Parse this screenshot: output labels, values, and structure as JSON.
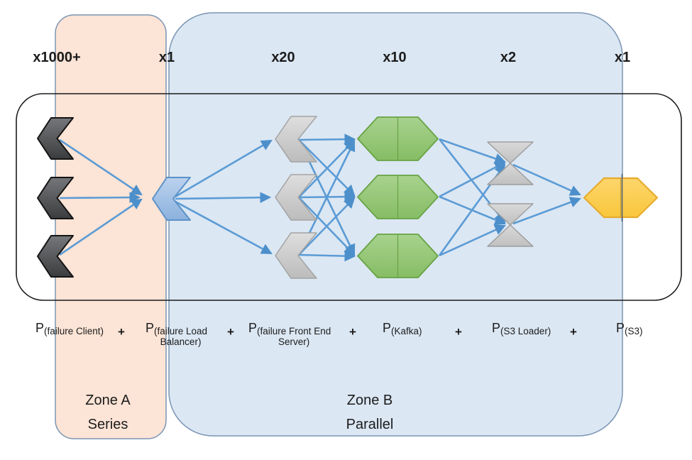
{
  "diagram": {
    "multiplicities": [
      "x1000+",
      "x1",
      "x20",
      "x10",
      "x2",
      "x1"
    ],
    "zone_a": {
      "name": "Zone A",
      "mode": "Series"
    },
    "zone_b": {
      "name": "Zone B",
      "mode": "Parallel"
    },
    "plus": "+",
    "terms": [
      {
        "p": "P",
        "sub1": "(failure Client)",
        "sub2": ""
      },
      {
        "p": "P",
        "sub1": "(failure Load",
        "sub2": "Balancer)"
      },
      {
        "p": "P",
        "sub1": "(failure Front End",
        "sub2": "Server)"
      },
      {
        "p": "P",
        "sub1": "(Kafka)",
        "sub2": ""
      },
      {
        "p": "P",
        "sub1": "(S3 Loader)",
        "sub2": ""
      },
      {
        "p": "P",
        "sub1": "(S3)",
        "sub2": ""
      }
    ],
    "stages": [
      {
        "name": "Client",
        "multiplicity": "x1000+",
        "instances_shown": 3,
        "shape": "dark-gray-chevron"
      },
      {
        "name": "Load Balancer",
        "multiplicity": "x1",
        "instances_shown": 1,
        "shape": "blue-chevron"
      },
      {
        "name": "Front End Server",
        "multiplicity": "x20",
        "instances_shown": 3,
        "shape": "gray-chevron"
      },
      {
        "name": "Kafka",
        "multiplicity": "x10",
        "instances_shown": 3,
        "shape": "green-hexagon"
      },
      {
        "name": "S3 Loader",
        "multiplicity": "x2",
        "instances_shown": 2,
        "shape": "gray-bowtie"
      },
      {
        "name": "S3",
        "multiplicity": "x1",
        "instances_shown": 1,
        "shape": "yellow-hexagon"
      }
    ],
    "colors": {
      "zone_a_fill": "#fce4d6",
      "zone_b_fill": "#dbe7f3",
      "zone_border": "#7b95b3",
      "band_border": "#1b1b1b",
      "arrow": "#5b9bd5",
      "client_node": "#4a4b4d",
      "load_balancer_node": "#9dbde4",
      "front_end_node": "#cccccc",
      "kafka_node": "#94c571",
      "s3_loader_node": "#c9c9c9",
      "s3_node": "#fbce4f"
    }
  }
}
